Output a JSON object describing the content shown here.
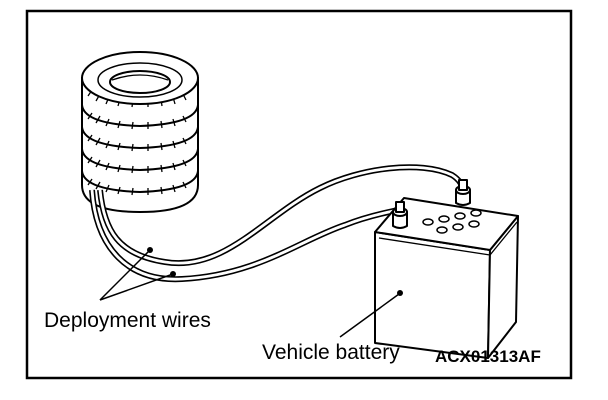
{
  "diagram": {
    "labels": {
      "deployment_wires": "Deployment wires",
      "vehicle_battery": "Vehicle battery",
      "figure_code": "ACX01313AF"
    }
  }
}
